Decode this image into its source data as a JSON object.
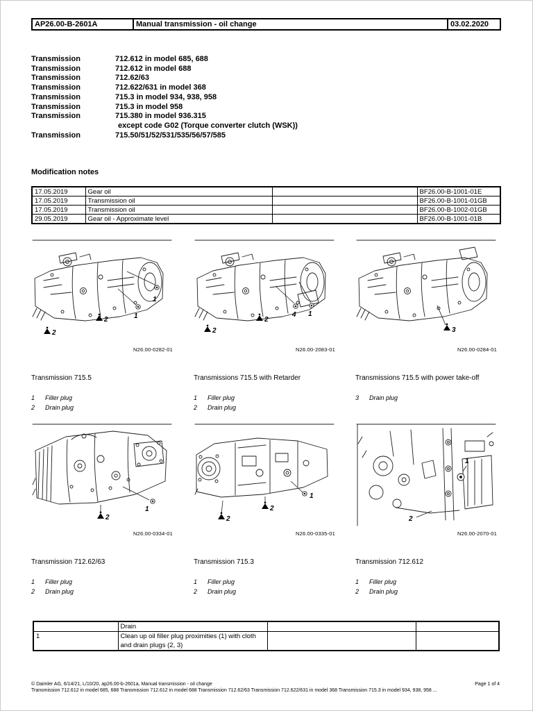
{
  "header": {
    "code": "AP26.00-B-2601A",
    "title": "Manual transmission - oil change",
    "date": "03.02.2020"
  },
  "applicability": [
    {
      "label": "Transmission",
      "value": "712.612 in model 685, 688"
    },
    {
      "label": "Transmission",
      "value": "712.612 in model 688"
    },
    {
      "label": "Transmission",
      "value": "712.62/63"
    },
    {
      "label": "Transmission",
      "value": "712.622/631 in model 368"
    },
    {
      "label": "Transmission",
      "value": "715.3 in model 934, 938, 958"
    },
    {
      "label": "Transmission",
      "value": "715.3 in model 958"
    },
    {
      "label": "Transmission",
      "value": "715.380 in model 936.315",
      "note": "except code G02 (Torque converter clutch (WSK))"
    },
    {
      "label": "Transmission",
      "value": "715.50/51/52/531/535/56/57/585"
    }
  ],
  "modification_notes": {
    "heading": "Modification notes",
    "rows": [
      {
        "date": "17.05.2019",
        "desc": "Gear oil",
        "ref": "BF26.00-B-1001-01E"
      },
      {
        "date": "17.05.2019",
        "desc": "Transmission oil",
        "ref": "BF26.00-B-1001-01GB"
      },
      {
        "date": "17.05.2019",
        "desc": "Transmission oil",
        "ref": "BF26.00-B-1002-01GB"
      },
      {
        "date": "29.05.2019",
        "desc": "Gear oil - Approximate level",
        "ref": "BF26.00-B-1001-01B"
      }
    ]
  },
  "figures": [
    {
      "caption": "N26.00-0282-01",
      "title": "Transmission 715.5",
      "legend": [
        {
          "num": "1",
          "text": "Filler plug"
        },
        {
          "num": "2",
          "text": "Drain plug"
        }
      ],
      "callouts": [
        "1",
        "1",
        "2",
        "2"
      ]
    },
    {
      "caption": "N26.00-2083-01",
      "title": "Transmissions 715.5 with Retarder",
      "legend": [
        {
          "num": "1",
          "text": "Filler plug"
        },
        {
          "num": "2",
          "text": "Drain plug"
        }
      ],
      "callouts": [
        "4",
        "1",
        "2",
        "2"
      ]
    },
    {
      "caption": "N26.00-0284-01",
      "title": "Transmissions 715.5 with power take-off",
      "legend": [
        {
          "num": "3",
          "text": "Drain plug"
        }
      ],
      "callouts": [
        "3"
      ]
    },
    {
      "caption": "N26.00-0334-01",
      "title": "Transmission 712.62/63",
      "legend": [
        {
          "num": "1",
          "text": "Filler plug"
        },
        {
          "num": "2",
          "text": "Drain plug"
        }
      ],
      "callouts": [
        "1",
        "2"
      ]
    },
    {
      "caption": "N26.00-0335-01",
      "title": "Transmission 715.3",
      "legend": [
        {
          "num": "1",
          "text": "Filler plug"
        },
        {
          "num": "2",
          "text": "Drain plug"
        }
      ],
      "callouts": [
        "1",
        "2",
        "2"
      ]
    },
    {
      "caption": "N26.00-2070-01",
      "title": "Transmission 712.612",
      "legend": [
        {
          "num": "1",
          "text": "Filler plug"
        },
        {
          "num": "2",
          "text": "Drain plug"
        }
      ],
      "callouts": [
        "1",
        "2"
      ]
    }
  ],
  "procedure_table": {
    "section_label": "Drain",
    "rows": [
      {
        "step": "1",
        "instruction": "Clean up oil filler plug proximities (1) with cloth and drain plugs (2, 3)"
      }
    ]
  },
  "footer": {
    "copyright": "© Daimler AG, 6/14/21, L/10/20, ap26.00-b-2601a, Manual transmission - oil change",
    "page": "Page 1 of 4",
    "models": "Transmission 712.612 in model 685, 688 Transmission 712.612 in model 688 Transmission 712.62/63 Transmission 712.622/631 in model 368 Transmission 715.3 in model 934, 938, 958 ..."
  },
  "colors": {
    "text": "#000000",
    "border": "#000000",
    "page_bg": "#ffffff"
  }
}
